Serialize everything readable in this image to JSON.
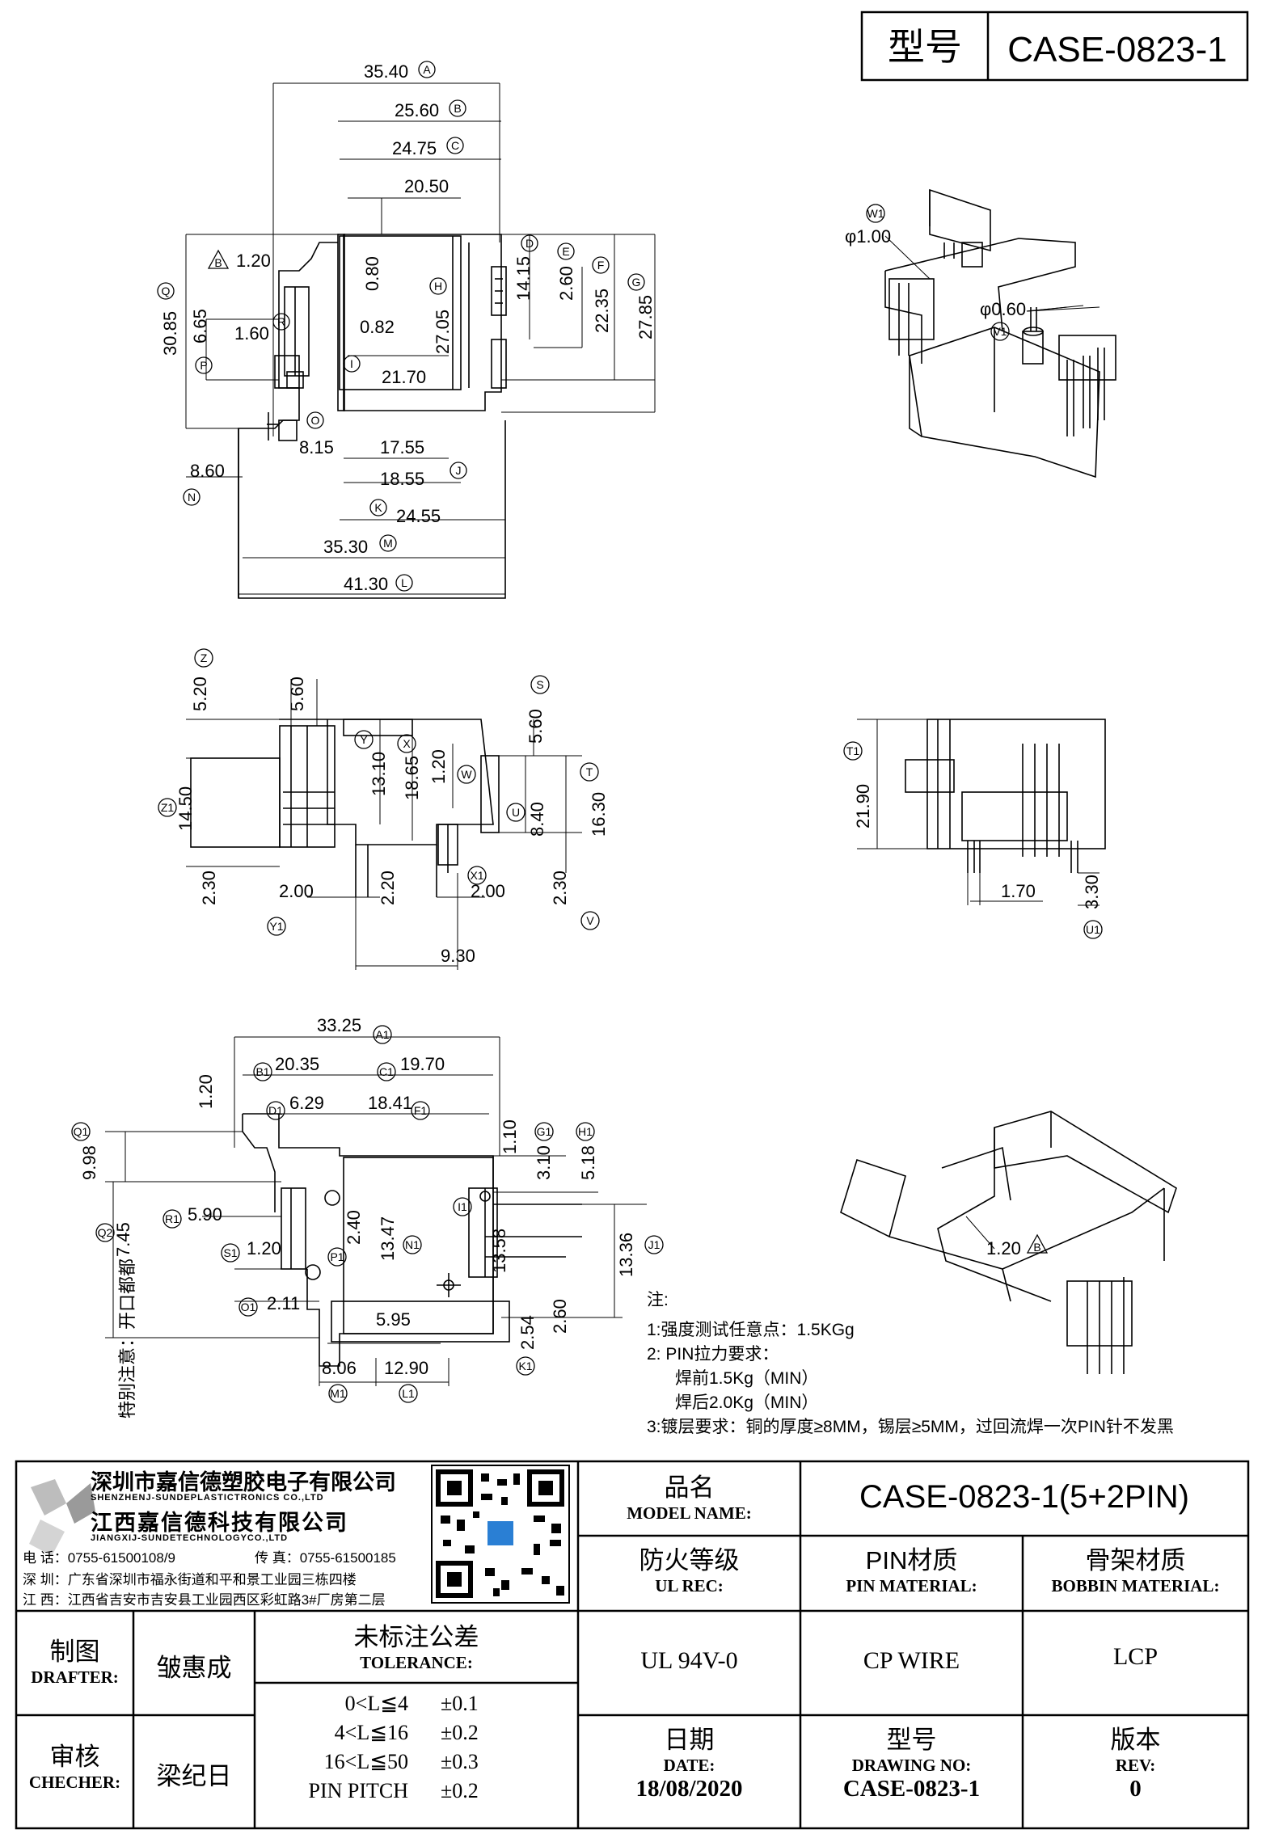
{
  "header": {
    "type_label": "型号",
    "type_value": "CASE-0823-1"
  },
  "top_view": {
    "dims": [
      {
        "value": "35.40",
        "tag": "A"
      },
      {
        "value": "25.60",
        "tag": "B"
      },
      {
        "value": "24.75",
        "tag": "C"
      },
      {
        "value": "20.50",
        "tag": ""
      },
      {
        "value": "1.20",
        "tag": "",
        "tri_tag": "B"
      },
      {
        "value": "0.80",
        "tag": ""
      },
      {
        "value": "14.15",
        "tag": "D"
      },
      {
        "value": "2.60",
        "tag": "E"
      },
      {
        "value": "22.35",
        "tag": "F"
      },
      {
        "value": "27.85",
        "tag": "G"
      },
      {
        "value": "27.05",
        "tag": "H"
      },
      {
        "value": "0.82",
        "tag": ""
      },
      {
        "value": "21.70",
        "tag": "I"
      },
      {
        "value": "30.85",
        "tag": "Q"
      },
      {
        "value": "6.65",
        "tag": "P"
      },
      {
        "value": "1.60",
        "tag": "R"
      },
      {
        "value": "8.15",
        "tag": "O"
      },
      {
        "value": "17.55",
        "tag": ""
      },
      {
        "value": "18.55",
        "tag": "J"
      },
      {
        "value": "24.55",
        "tag": "K"
      },
      {
        "value": "8.60",
        "tag": "N"
      },
      {
        "value": "35.30",
        "tag": "M"
      },
      {
        "value": "41.30",
        "tag": "L"
      }
    ]
  },
  "iso_top": {
    "labels": [
      {
        "tag": "W1",
        "text": "φ1.00"
      },
      {
        "tag": "V1",
        "text": "φ0.60"
      }
    ]
  },
  "front_view": {
    "dims": [
      {
        "value": "5.20",
        "tag": "Z"
      },
      {
        "value": "5.60",
        "tag": ""
      },
      {
        "value": "5.60",
        "tag": "S"
      },
      {
        "value": "14.50",
        "tag": "Z1"
      },
      {
        "value": "13.10",
        "tag": "Y"
      },
      {
        "value": "18.65",
        "tag": "X"
      },
      {
        "value": "1.20",
        "tag": "W"
      },
      {
        "value": "8.40",
        "tag": "U"
      },
      {
        "value": "16.30",
        "tag": "T"
      },
      {
        "value": "2.30",
        "tag": ""
      },
      {
        "value": "2.00",
        "tag": "Y1"
      },
      {
        "value": "2.20",
        "tag": ""
      },
      {
        "value": "2.00",
        "tag": "X1"
      },
      {
        "value": "2.30",
        "tag": "V"
      },
      {
        "value": "9.30",
        "tag": ""
      }
    ]
  },
  "side_view": {
    "dims": [
      {
        "value": "21.90",
        "tag": "T1"
      },
      {
        "value": "1.70",
        "tag": ""
      },
      {
        "value": "3.30",
        "tag": "U1"
      }
    ]
  },
  "bottom_view": {
    "dims": [
      {
        "value": "33.25",
        "tag": "A1"
      },
      {
        "value": "20.35",
        "tag": "B1"
      },
      {
        "value": "19.70",
        "tag": "C1"
      },
      {
        "value": "1.20",
        "tag": ""
      },
      {
        "value": "6.29",
        "tag": "D1"
      },
      {
        "value": "18.41",
        "tag": "F1"
      },
      {
        "value": "1.10",
        "tag": ""
      },
      {
        "value": "3.10",
        "tag": "G1"
      },
      {
        "value": "5.18",
        "tag": "H1"
      },
      {
        "value": "9.98",
        "tag": "Q1"
      },
      {
        "value": "5.90",
        "tag": "R1"
      },
      {
        "value": "2.40",
        "tag": ""
      },
      {
        "value": "13.47",
        "tag": "N1"
      },
      {
        "value": "13.58",
        "tag": "I1"
      },
      {
        "value": "13.36",
        "tag": "J1"
      },
      {
        "value": "7.45",
        "tag": "Q2"
      },
      {
        "value": "1.20",
        "tag": "S1"
      },
      {
        "value": "2.11",
        "tag": "O1"
      },
      {
        "value": "5.95",
        "tag": ""
      },
      {
        "value": "2.54",
        "tag": "K1"
      },
      {
        "value": "2.60",
        "tag": ""
      },
      {
        "value": "8.06",
        "tag": "M1"
      },
      {
        "value": "12.90",
        "tag": "L1"
      }
    ],
    "p1_tag": "P1",
    "special_note": "特别注意：开口都都"
  },
  "iso_bottom": {
    "label": {
      "text": "1.20",
      "tri_tag": "B"
    }
  },
  "notes": {
    "title": "注:",
    "lines": [
      "1:强度测试任意点：1.5KGg",
      "2: PIN拉力要求：",
      "焊前1.5Kg（MIN）",
      "焊后2.0Kg（MIN）",
      "3:镀层要求：铜的厚度≥8MM，锡层≥5MM，过回流焊一次PIN针不发黑"
    ]
  },
  "company": {
    "name_cn_1": "深圳市嘉信德塑胶电子有限公司",
    "name_en_1": "SHENZHENJ-SUNDEPLASTICTRONICS CO.,LTD",
    "name_cn_2": "江西嘉信德科技有限公司",
    "name_en_2": "JIANGXIJ-SUNDETECHNOLOGYCO.,LTD",
    "phone": "电 话：0755-61500108/9",
    "fax": "传 真：0755-61500185",
    "addr_sz": "深 圳：广东省深圳市福永街道和平和景工业园三栋四楼",
    "addr_jx": "江 西：江西省吉安市吉安县工业园西区彩虹路3#厂房第二层"
  },
  "title_block": {
    "product_name_cn": "品名",
    "product_name_en": "MODEL NAME:",
    "product_name_value": "CASE-0823-1(5+2PIN)",
    "ul_cn": "防火等级",
    "ul_en": "UL REC:",
    "ul_value": "UL 94V-0",
    "pin_cn": "PIN材质",
    "pin_en": "PIN MATERIAL:",
    "pin_value": "CP WIRE",
    "bobbin_cn": "骨架材质",
    "bobbin_en": "BOBBIN MATERIAL:",
    "bobbin_value": "LCP",
    "drafter_cn": "制图",
    "drafter_en": "DRAFTER:",
    "drafter_value": "皱惠成",
    "checker_cn": "审核",
    "checker_en": "CHECHER:",
    "checker_value": "梁纪日",
    "tol_cn": "未标注公差",
    "tol_en": "TOLERANCE:",
    "tolerances": [
      {
        "range": "0<L≦4",
        "value": "±0.1"
      },
      {
        "range": "4<L≦16",
        "value": "±0.2"
      },
      {
        "range": "16<L≦50",
        "value": "±0.3"
      },
      {
        "range": "PIN PITCH",
        "value": "±0.2"
      }
    ],
    "date_cn": "日期",
    "date_en": "DATE:",
    "date_value": "18/08/2020",
    "drawno_cn": "型号",
    "drawno_en": "DRAWING NO:",
    "drawno_value": "CASE-0823-1",
    "rev_cn": "版本",
    "rev_en": "REV:",
    "rev_value": "0"
  },
  "colors": {
    "ink": "#000000",
    "paper": "#ffffff",
    "qr_accent": "#2a7fd4"
  }
}
